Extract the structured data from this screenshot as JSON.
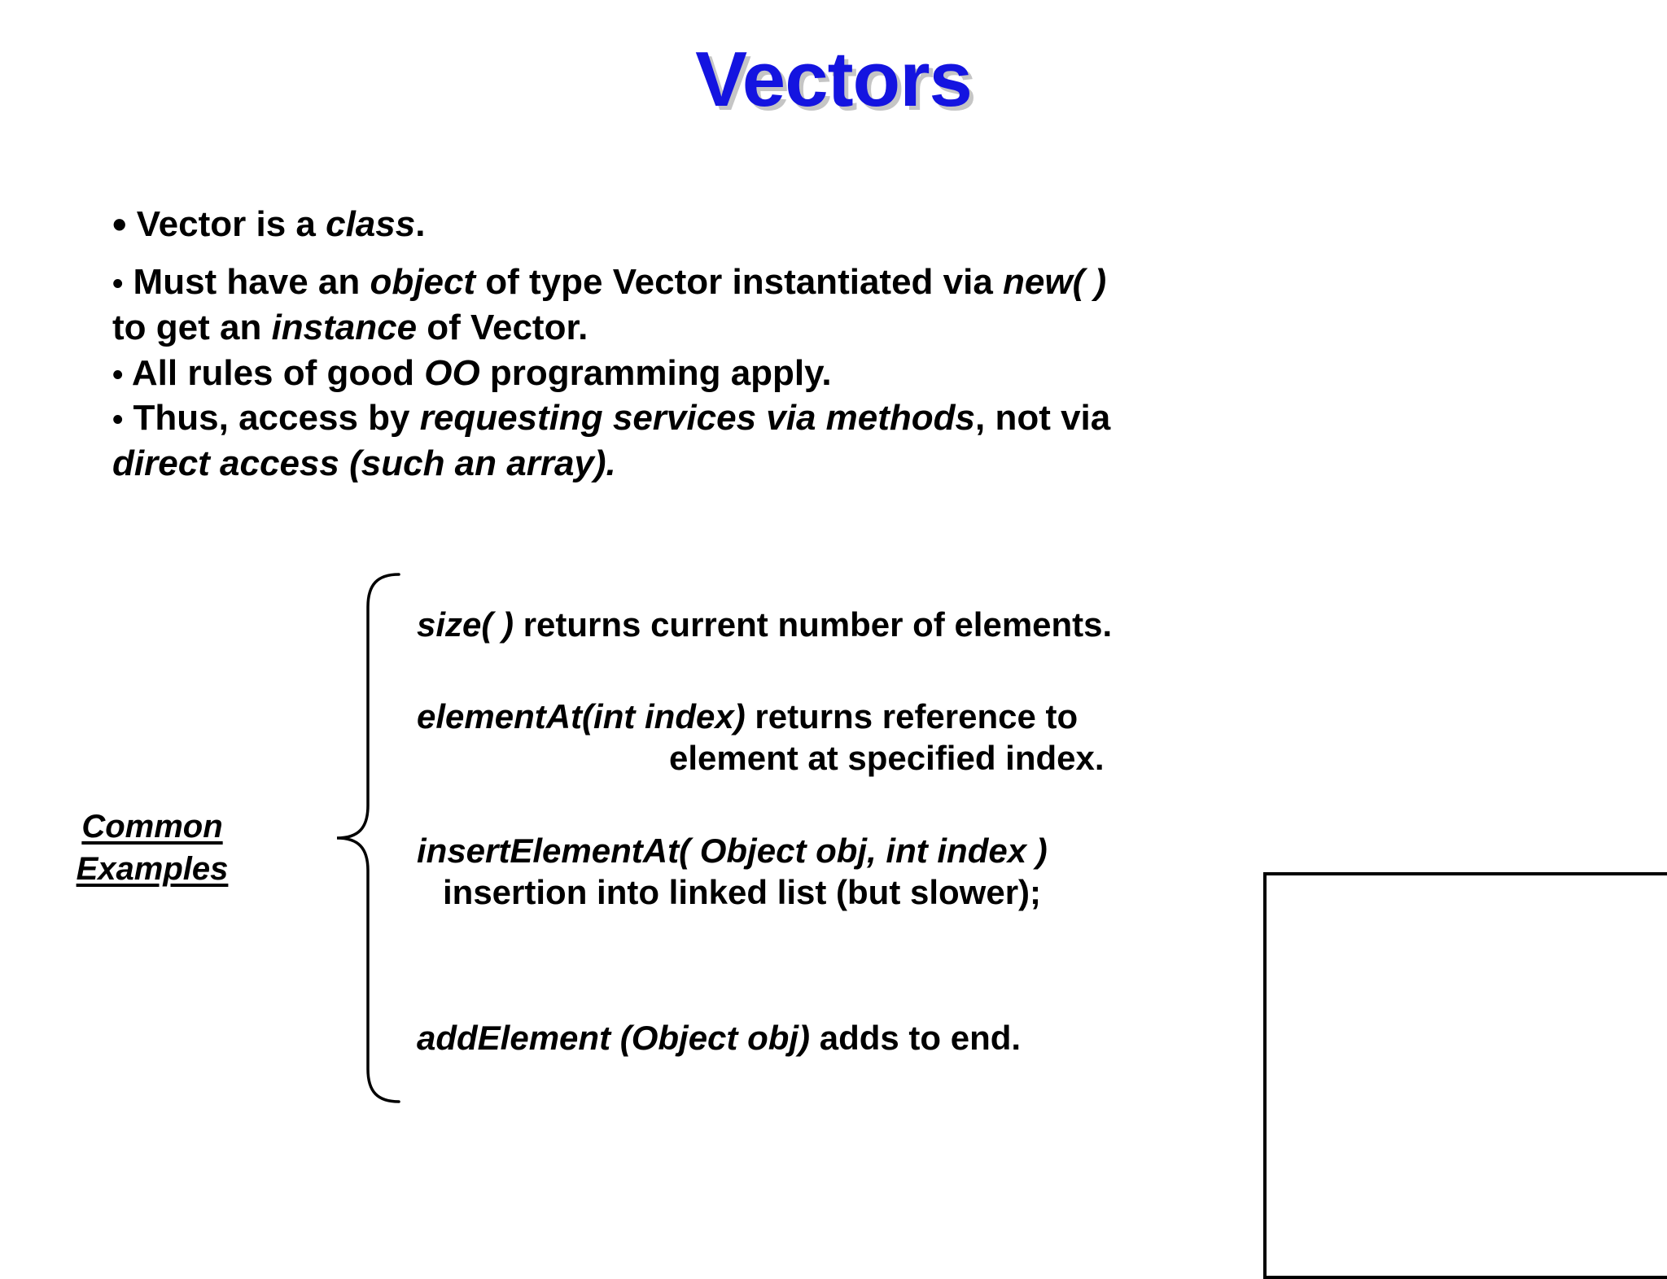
{
  "slide": {
    "title": "Vectors",
    "title_color": "#1414e0",
    "background_color": "#ffffff",
    "text_color": "#000000"
  },
  "bullets": {
    "lead": {
      "marker": "•",
      "part1": " Vector is a ",
      "italic1": "class",
      "part2": "."
    },
    "items": [
      {
        "marker": "•",
        "lines": [
          {
            "segments": [
              {
                "text": " Must have an ",
                "style": "normal"
              },
              {
                "text": "object",
                "style": "italic"
              },
              {
                "text": " of type Vector instantiated via ",
                "style": "normal"
              },
              {
                "text": "new( )",
                "style": "italic"
              }
            ]
          },
          {
            "segments": [
              {
                "text": "to get an ",
                "style": "normal"
              },
              {
                "text": "instance",
                "style": "italic"
              },
              {
                "text": " of Vector.",
                "style": "normal"
              }
            ]
          }
        ]
      },
      {
        "marker": "•",
        "lines": [
          {
            "segments": [
              {
                "text": " All rules of good ",
                "style": "normal"
              },
              {
                "text": "OO",
                "style": "italic"
              },
              {
                "text": " programming apply.",
                "style": "normal"
              }
            ]
          }
        ]
      },
      {
        "marker": "•",
        "lines": [
          {
            "segments": [
              {
                "text": " Thus, access by ",
                "style": "normal"
              },
              {
                "text": "requesting services via methods",
                "style": "italic"
              },
              {
                "text": ", not via",
                "style": "normal"
              }
            ]
          },
          {
            "segments": [
              {
                "text": "direct access (such an array).",
                "style": "italic"
              }
            ]
          }
        ]
      }
    ]
  },
  "common_examples": {
    "line1": "Common",
    "line2": "Examples"
  },
  "methods": [
    {
      "name": "size( )",
      "description": " returns current number of elements.",
      "continuation": ""
    },
    {
      "name": "elementAt(int index)",
      "description": " returns reference to",
      "continuation": "element at specified index."
    },
    {
      "name": "insertElementAt( Object obj, int index )",
      "description": "",
      "continuation": "insertion into linked list (but  slower);"
    },
    {
      "name": "addElement (Object obj)",
      "description": " adds to end.",
      "continuation": ""
    }
  ],
  "empty_box": {
    "label": ""
  }
}
